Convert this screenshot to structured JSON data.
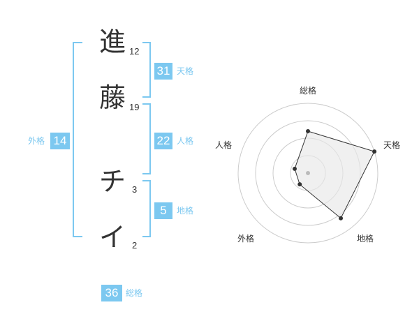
{
  "name_chars": [
    {
      "char": "進",
      "strokes": "12"
    },
    {
      "char": "藤",
      "strokes": "19"
    },
    {
      "char": "チ",
      "strokes": "3"
    },
    {
      "char": "イ",
      "strokes": "2"
    }
  ],
  "badges": {
    "tenkaku": {
      "value": "31",
      "label": "天格"
    },
    "jinkaku": {
      "value": "22",
      "label": "人格"
    },
    "chikaku": {
      "value": "5",
      "label": "地格"
    },
    "gaikaku": {
      "value": "14",
      "label": "外格"
    },
    "soukaku": {
      "value": "36",
      "label": "総格"
    }
  },
  "colors": {
    "accent": "#7cc8f0",
    "text": "#333333",
    "grid": "#cccccc"
  },
  "chart_data": {
    "type": "radar",
    "axes": [
      "総格",
      "天格",
      "地格",
      "外格",
      "人格"
    ],
    "values": [
      3,
      5,
      4,
      1,
      1
    ],
    "rmax": 5,
    "rings": 4
  }
}
